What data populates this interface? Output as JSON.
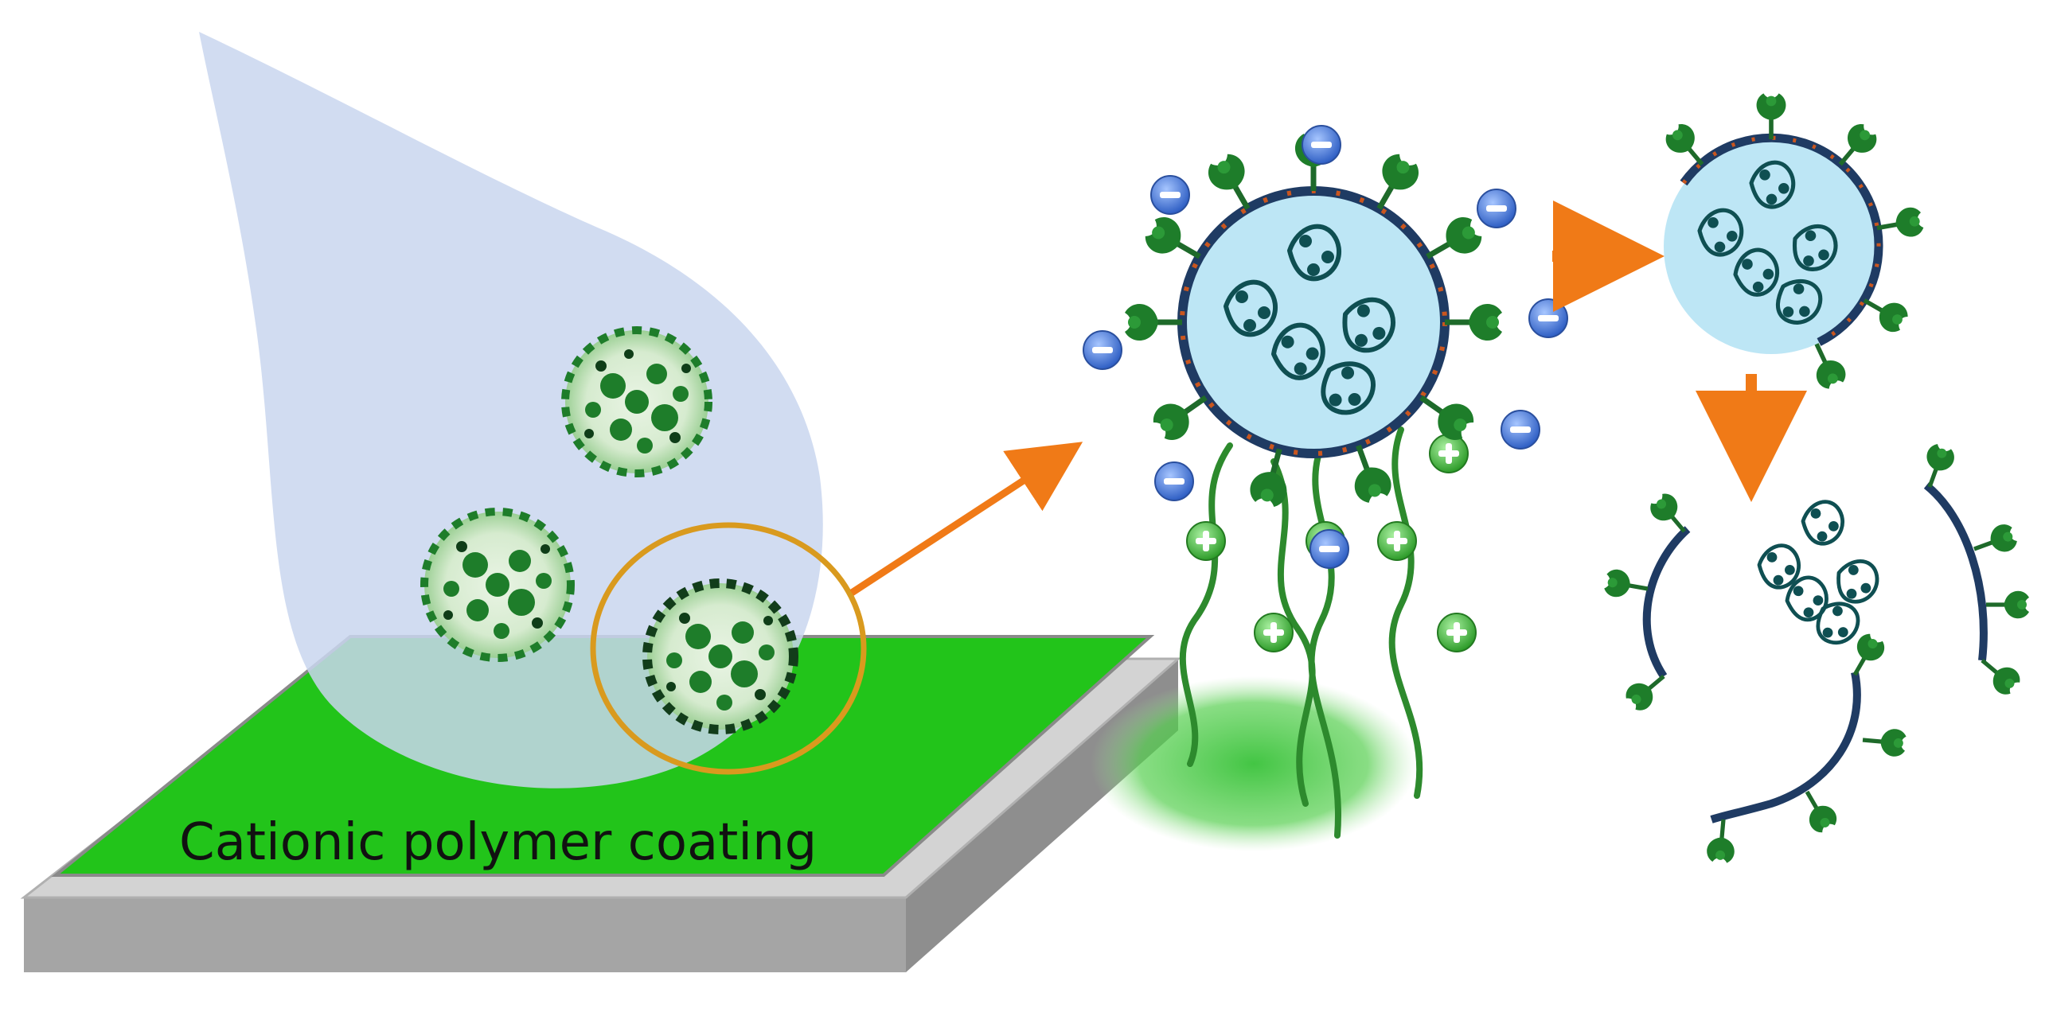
{
  "figure": {
    "coating_label": "Cationic polymer coating",
    "colors": {
      "background": "#ffffff",
      "droplet": "#cdd9ef",
      "coating": "#22c41a",
      "substrate_top": "#c9c9c9",
      "substrate_side": "#9a9a9a",
      "virus_green": "#1e7d2a",
      "virus_dark": "#123d1a",
      "envelope_fill": "#bde6f5",
      "envelope_ring": "#1f3b63",
      "rna_strand": "#0f4f52",
      "negative_charge": "#3d6fd1",
      "positive_charge": "#49c23b",
      "polymer_chain": "#2d8a2d",
      "arrow": "#f07a17",
      "lens_ring": "#d99a1e"
    },
    "stages": [
      "virus-in-droplet",
      "virus-attached-to-cationic-polymer",
      "envelope-disruption",
      "virus-fragmented"
    ],
    "icons": {
      "negative": "minus-sign",
      "positive": "plus-sign"
    }
  }
}
